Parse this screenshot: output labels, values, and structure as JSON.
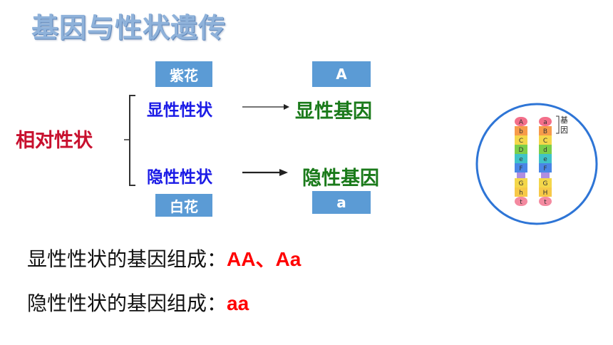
{
  "title": "基因与性状遗传",
  "diagram": {
    "root": "相对性状",
    "tags": {
      "purple": "紫花",
      "white": "白花",
      "A": "A",
      "a": "a"
    },
    "dominant_trait": "显性性状",
    "recessive_trait": "隐性性状",
    "dominant_gene": "显性基因",
    "recessive_gene": "隐性基因"
  },
  "chromosome": {
    "label": "基\n因",
    "left_letters": [
      "A",
      "b",
      "C",
      "D",
      "e",
      "F",
      "G",
      "h",
      "t"
    ],
    "right_letters": [
      "a",
      "B",
      "C",
      "d",
      "e",
      "F",
      "G",
      "H",
      "t"
    ]
  },
  "lines": {
    "dominant_prefix": "显性性状的基因组成：",
    "dominant_value_1": "AA",
    "sep": "、",
    "dominant_value_2": "Aa",
    "recessive_prefix": "隐性性状的基因组成：",
    "recessive_value": "aa"
  },
  "colors": {
    "tag_bg": "#5b9bd5",
    "trait": "#1a1ae6",
    "gene": "#1a7a1a",
    "root": "#c8102e",
    "highlight": "#ff0000"
  }
}
